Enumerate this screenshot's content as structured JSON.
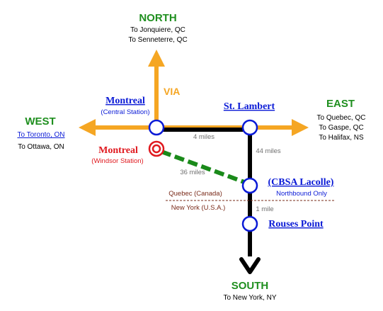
{
  "colors": {
    "via": "#f5a623",
    "direction": "#1f8f1f",
    "station": "#0a1ad6",
    "windsor": "#e0191f",
    "dashed": "#1a8a1a",
    "border": "#7a2b1a",
    "track": "#000000",
    "miles": "#707070"
  },
  "directions": {
    "north": {
      "label": "NORTH",
      "lines": [
        "To Jonquiere, QC",
        "To Senneterre, QC"
      ]
    },
    "east": {
      "label": "EAST",
      "lines": [
        "To Quebec, QC",
        "To Gaspe, QC",
        "To Halifax, NS"
      ]
    },
    "west": {
      "label": "WEST",
      "link": "To Toronto, ON",
      "lines": [
        "To Ottawa, ON"
      ]
    },
    "south": {
      "label": "SOUTH",
      "lines": [
        "To New York, NY"
      ]
    }
  },
  "via_label": "VIA",
  "stations": {
    "montreal_central": {
      "name": "Montreal",
      "sub": "(Central Station)"
    },
    "montreal_windsor": {
      "name": "Montreal",
      "sub": "(Windsor Station)"
    },
    "st_lambert": {
      "name": "St. Lambert"
    },
    "cbsa_lacolle": {
      "name": "(CBSA Lacolle)",
      "sub": "Northbound Only"
    },
    "rouses_point": {
      "name": "Rouses Point"
    }
  },
  "distances": {
    "montreal_st_lambert": "4 miles",
    "st_lambert_lacolle": "44 miles",
    "windsor_lacolle": "36 miles",
    "lacolle_rouses": "1 mile"
  },
  "border": {
    "north_side": "Quebec (Canada)",
    "south_side": "New York (U.S.A.)"
  }
}
